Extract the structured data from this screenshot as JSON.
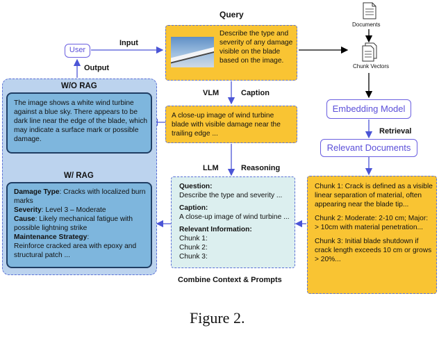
{
  "nodes": {
    "query_title": "Query",
    "query_text": "Describe the type and severity of any damage visible on the blade based on the image.",
    "user": "User",
    "input": "Input",
    "output": "Output",
    "documents": "Documents",
    "chunk_vectors": "Chunk Vectors",
    "embedding_model": "Embedding Model",
    "retrieval": "Retrieval",
    "relevant_documents": "Relevant Documents",
    "vlm": "VLM",
    "caption_label": "Caption",
    "caption_text": "A close-up image of wind turbine blade with visible damage near the trailing edge ...",
    "llm": "LLM",
    "reasoning": "Reasoning",
    "combine": "Combine Context & Prompts",
    "figure_caption": "Figure 2."
  },
  "wo_rag": {
    "title": "W/O RAG",
    "text": "The image shows a white wind turbine against a blue sky. There appears to be dark line near the edge of the blade, which may indicate a surface mark or possible damage."
  },
  "w_rag": {
    "title": "W/ RAG",
    "items": [
      {
        "key": "Damage Type",
        "value": ": Cracks with localized burn marks"
      },
      {
        "key": "Severity",
        "value": ": Level 3 – Moderate"
      },
      {
        "key": "Cause",
        "value": ": Likely mechanical fatigue with possible lightning strike"
      },
      {
        "key": "Maintenance Strategy",
        "value": ":"
      },
      {
        "key": "",
        "value": "Reinforce cracked area with epoxy and structural patch ..."
      }
    ]
  },
  "context": {
    "question_label": "Question:",
    "question_text": "Describe the type and severity ...",
    "caption_label": "Caption:",
    "caption_text": "A close-up image of wind turbine ...",
    "info_label": "Relevant Information:",
    "chunks": [
      "Chunk 1:",
      "Chunk 2:",
      "Chunk 3:"
    ]
  },
  "chunks_panel": [
    "Chunk 1: Crack is defined as a visible linear separation of material, often appearing near the blade tip...",
    "Chunk 2: Moderate: 2-10 cm; Major: > 10cm with material penetration...",
    "Chunk 3: Initial blade shutdown if crack length exceeds 10 cm or grows > 20%..."
  ],
  "colors": {
    "yellow": "#f9c433",
    "purple": "#5b4fd9",
    "blue_panel": "#bcd3ee",
    "blue_inner": "#7eb6dd",
    "teal_box": "#dcefef"
  },
  "icons": [
    "document-icon",
    "stacked-documents-icon",
    "wind-turbine-photo"
  ]
}
